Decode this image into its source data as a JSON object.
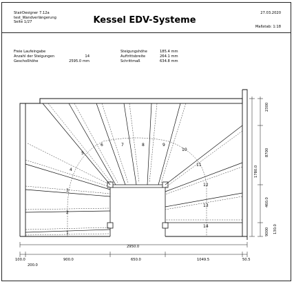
{
  "header": {
    "line1": "StairDesigner 7.12a",
    "line2": "test_Wandverlängerung",
    "line3": "Seite 1/27",
    "title": "Kessel EDV-Systeme",
    "date": "27.03.2020",
    "scale": "Maßstab: 1:18"
  },
  "info": {
    "left": [
      {
        "label": "Freie Laufeingabe",
        "value": ""
      },
      {
        "label": "Anzahl der Steigungen",
        "value": "14"
      },
      {
        "label": "Geschoßhöhe",
        "value": "2595.0 mm"
      }
    ],
    "right": [
      {
        "label": "Steigungshöhe",
        "value": "185.4 mm"
      },
      {
        "label": "Auftrittsbreite",
        "value": "264.1 mm"
      },
      {
        "label": "Schrittmaß",
        "value": "634.8 mm"
      }
    ]
  },
  "drawing": {
    "step_numbers": [
      "1",
      "2",
      "3",
      "4",
      "5",
      "6",
      "7",
      "8",
      "9",
      "10",
      "11",
      "12",
      "13",
      "14"
    ],
    "dim_total_width": "2950.0",
    "dims_bottom": [
      "100.0",
      "900.0",
      "650.0",
      "1049.5",
      "50.5"
    ],
    "dim_bottom_sub": "200.0",
    "dims_right": [
      "2300",
      "8700",
      "460.0",
      "9000"
    ],
    "dim_right_inner": "1780.0",
    "dim_right_small": "130.0"
  }
}
